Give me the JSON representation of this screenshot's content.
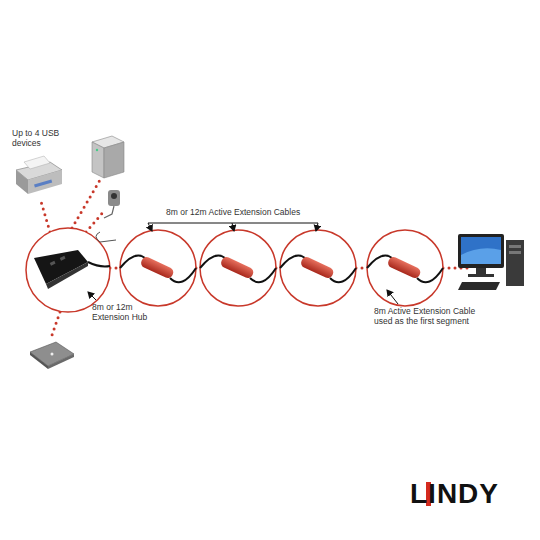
{
  "diagram": {
    "labels": [
      "Up to 4 USB devices",
      "8m or 12m Active Extension Cables",
      "8m or 12m Extension Hub",
      "8m Active Extension Cable used as the first segment",
      "LINDY"
    ]
  }
}
